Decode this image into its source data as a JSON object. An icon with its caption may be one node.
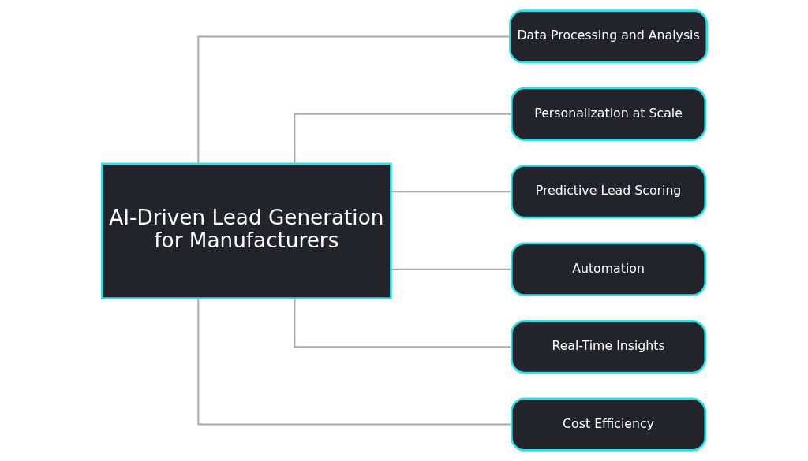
{
  "diagram": {
    "nodes": [
      {
        "text": [
          "AI-Driven Lead Generation for Manufacturers"
        ]
      },
      {
        "text": [
          "Data Processing and Analysis"
        ]
      },
      {
        "text": [
          "Personalization at Scale"
        ]
      },
      {
        "text": [
          "Predictive Lead Scoring"
        ]
      },
      {
        "text": [
          "Automation"
        ]
      },
      {
        "text": [
          "Real-Time Insights"
        ]
      },
      {
        "text": [
          "Cost Efficiency"
        ]
      }
    ],
    "edges": [
      {
        "from": 0,
        "to": 1,
        "arrow": "none"
      },
      {
        "from": 0,
        "to": 2,
        "arrow": "none"
      },
      {
        "from": 0,
        "to": 3,
        "arrow": "none"
      },
      {
        "from": 0,
        "to": 4,
        "arrow": "none"
      },
      {
        "from": 0,
        "to": 5,
        "arrow": "none"
      },
      {
        "from": 0,
        "to": 6,
        "arrow": "none"
      }
    ]
  }
}
